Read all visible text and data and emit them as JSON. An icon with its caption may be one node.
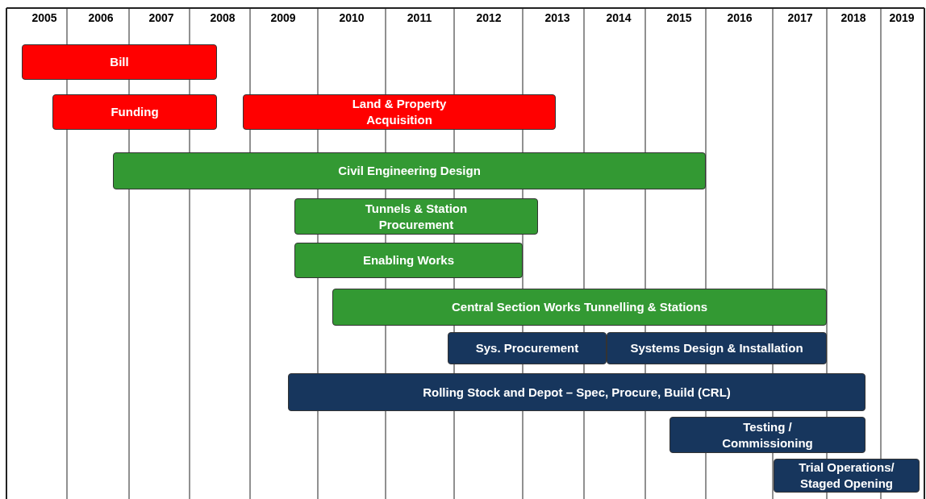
{
  "diagram": {
    "nodes": [
      {
        "text": [
          "Bill"
        ]
      },
      {
        "text": [
          "Funding"
        ]
      },
      {
        "text": [
          "Land & Property Acquisition"
        ]
      },
      {
        "text": [
          "Civil Engineering Design"
        ]
      },
      {
        "text": [
          "Tunnels & Station Procurement"
        ]
      },
      {
        "text": [
          "Enabling Works"
        ]
      },
      {
        "text": [
          "Central Section Works Tunnelling & Stations"
        ]
      },
      {
        "text": [
          "Sys. Procurement"
        ]
      },
      {
        "text": [
          "Systems Design & Installation"
        ]
      },
      {
        "text": [
          "Rolling Stock and Depot – Spec, Procure, Build  (CRL)"
        ]
      },
      {
        "text": [
          "Testing / Commissioning"
        ]
      },
      {
        "text": [
          "Trial Operations/ Staged Opening"
        ]
      }
    ],
    "edges": [],
    "labels": [
      "2005",
      "2006",
      "2007",
      "2008",
      "2009",
      "2010",
      "2011",
      "2012",
      "2013",
      "2014",
      "2015",
      "2016",
      "2017",
      "2018",
      "2019"
    ]
  }
}
